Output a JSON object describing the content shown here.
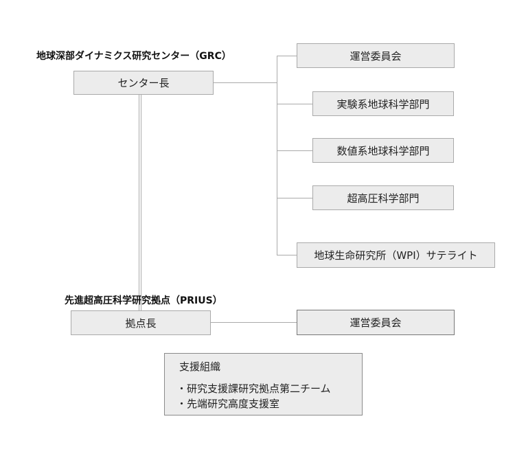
{
  "grc": {
    "title": "地球深部ダイナミクス研究センター（GRC）",
    "director": "センター長",
    "units": [
      "運営委員会",
      "実験系地球科学部門",
      "数値系地球科学部門",
      "超高圧科学部門",
      "地球生命研究所（WPI）サテライト"
    ]
  },
  "prius": {
    "title": "先進超高圧科学研究拠点（PRIUS）",
    "director": "拠点長",
    "committee": "運営委員会"
  },
  "support": {
    "title": "支援組織",
    "items": [
      "・研究支援課研究拠点第二チーム",
      "・先端研究高度支援室"
    ]
  }
}
